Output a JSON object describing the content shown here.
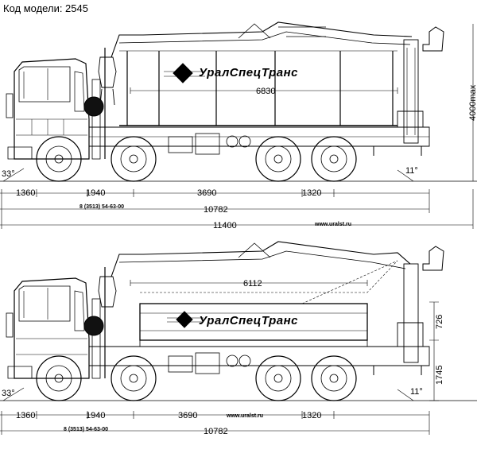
{
  "header": {
    "model_label": "Код модели: 2545"
  },
  "brand": "УралСпецТранс",
  "top_view": {
    "dims": {
      "front_overhang": "1360",
      "wheelbase_1": "1940",
      "wheelbase_2": "3690",
      "rear_axle": "1320",
      "overall_length": "10782",
      "total_with_crane": "11400",
      "platform_length": "6830",
      "height": "4000max",
      "approach_angle": "33°",
      "departure_angle": "11°"
    },
    "phone": "8 (3513) 54-63-00",
    "website": "www.uralst.ru"
  },
  "bottom_view": {
    "dims": {
      "front_overhang": "1360",
      "wheelbase_1": "1940",
      "wheelbase_2": "3690",
      "rear_axle": "1320",
      "overall_length": "10782",
      "platform_length": "6112",
      "side_height": "726",
      "frame_height": "1745",
      "approach_angle": "33°",
      "departure_angle": "11°"
    },
    "phone": "8 (3513) 54-63-00",
    "website": "www.uralst.ru"
  }
}
